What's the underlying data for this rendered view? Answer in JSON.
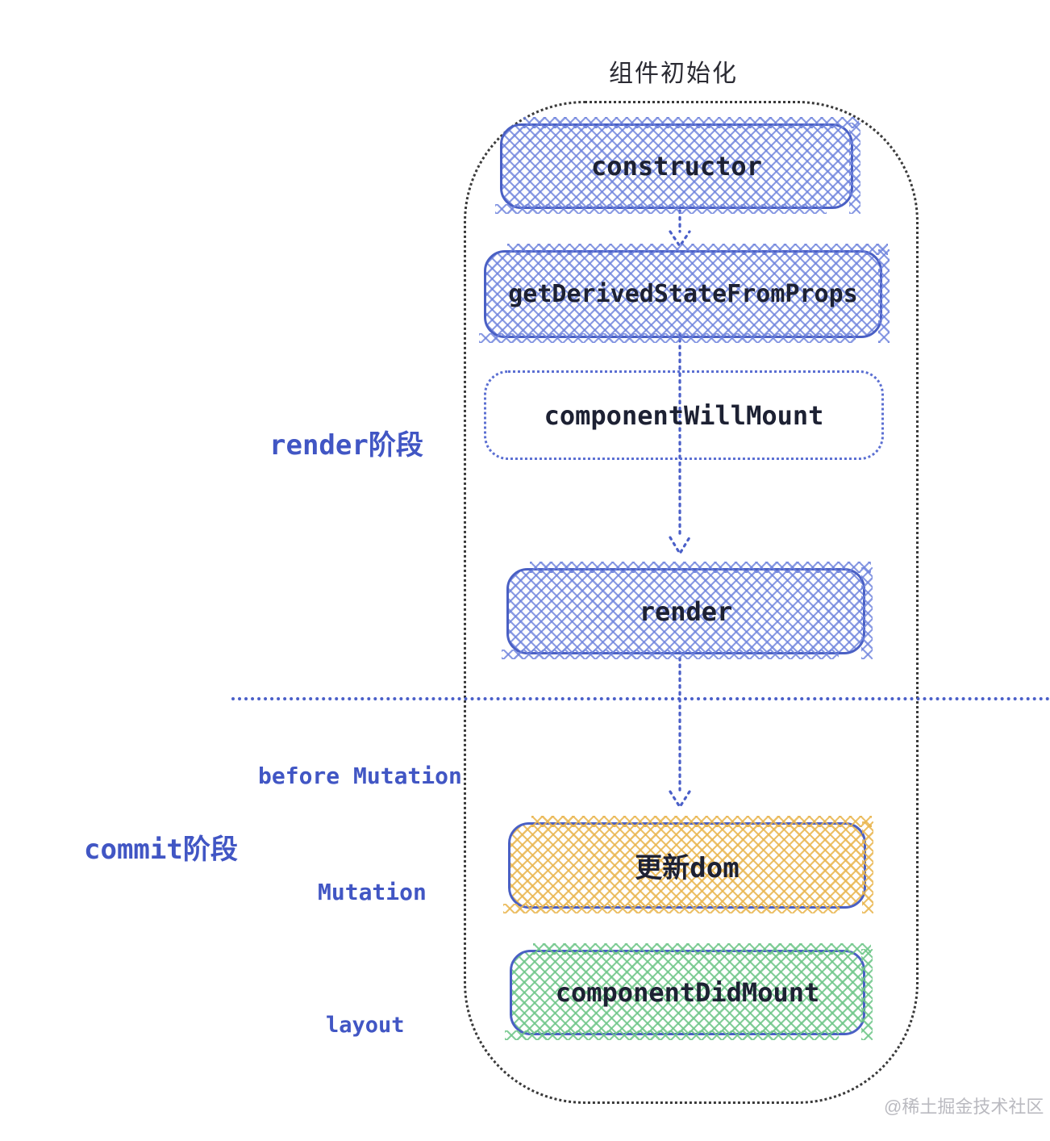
{
  "diagram": {
    "title": "组件初始化",
    "watermark": "@稀土掘金技术社区",
    "labels": {
      "render_phase": "render阶段",
      "before_mutation": "before Mutation",
      "commit_phase": "commit阶段",
      "mutation": "Mutation",
      "layout": "layout"
    },
    "nodes": [
      {
        "id": "constructor",
        "label": "constructor",
        "variant": "blue-hatch"
      },
      {
        "id": "getDerivedStateFromProps",
        "label": "getDerivedStateFromProps",
        "variant": "blue-hatch"
      },
      {
        "id": "componentWillMount",
        "label": "componentWillMount",
        "variant": "dotted-outline"
      },
      {
        "id": "render",
        "label": "render",
        "variant": "blue-hatch"
      },
      {
        "id": "updateDom",
        "label": "更新dom",
        "variant": "orange-hatch"
      },
      {
        "id": "componentDidMount",
        "label": "componentDidMount",
        "variant": "green-hatch"
      }
    ],
    "colors": {
      "node_border_blue": "#4a60c4",
      "hatch_blue": "#6d82dc",
      "hatch_orange": "#e9b54e",
      "hatch_green": "#6ec688",
      "arrow_blue": "#4a5fc8",
      "label_blue": "#4156c4",
      "container_dots": "#3a3a3a",
      "node_text": "#1d2133",
      "title_text": "#2b2b33",
      "watermark_gray": "#babac0"
    }
  }
}
